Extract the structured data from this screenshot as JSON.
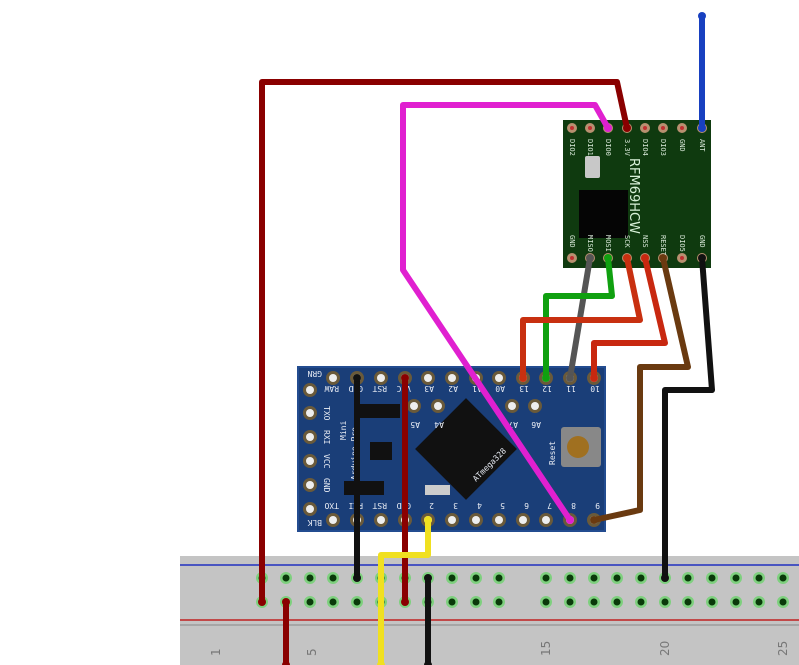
{
  "radio_module": {
    "name": "RFM69HCW",
    "top_pins": [
      "DIO2",
      "DIO1",
      "DIO0",
      "3.3V",
      "DIO4",
      "DIO3",
      "GND",
      "ANT"
    ],
    "bottom_pins": [
      "GND",
      "MISO",
      "MOSI",
      "SCK",
      "NSS",
      "RESET",
      "DIO5",
      "GND"
    ],
    "board_color": "#0f3a0f"
  },
  "arduino": {
    "title_line1": "Arduino Pro",
    "title_line2": "Mini",
    "chip": "ATmega328",
    "reset_label": "Reset",
    "top_pins": [
      "RAW",
      "GND",
      "RST",
      "VCC",
      "A3",
      "A2",
      "A1",
      "A0",
      "13",
      "12",
      "11",
      "10"
    ],
    "bottom_pins": [
      "TXO",
      "RXI",
      "RST",
      "GND",
      "2",
      "3",
      "4",
      "5",
      "6",
      "7",
      "8",
      "9"
    ],
    "side_pins": [
      "GRN",
      "TXO",
      "RXI",
      "VCC",
      "GND",
      "BLK"
    ],
    "inner_pins": [
      "A5",
      "A4",
      "A7",
      "A6"
    ],
    "board_color": "#1a3e78"
  },
  "breadboard": {
    "column_labels": [
      "1",
      "5",
      "15",
      "20",
      "25"
    ]
  },
  "wire_colors": {
    "power": "#8a0000",
    "dio0": "#e020d0",
    "antenna": "#1840c0",
    "miso": "#555555",
    "mosi": "#10a010",
    "sck": "#c83010",
    "nss": "#c82810",
    "reset": "#6a3a10",
    "ground": "#111111",
    "signal": "#f0e020"
  }
}
